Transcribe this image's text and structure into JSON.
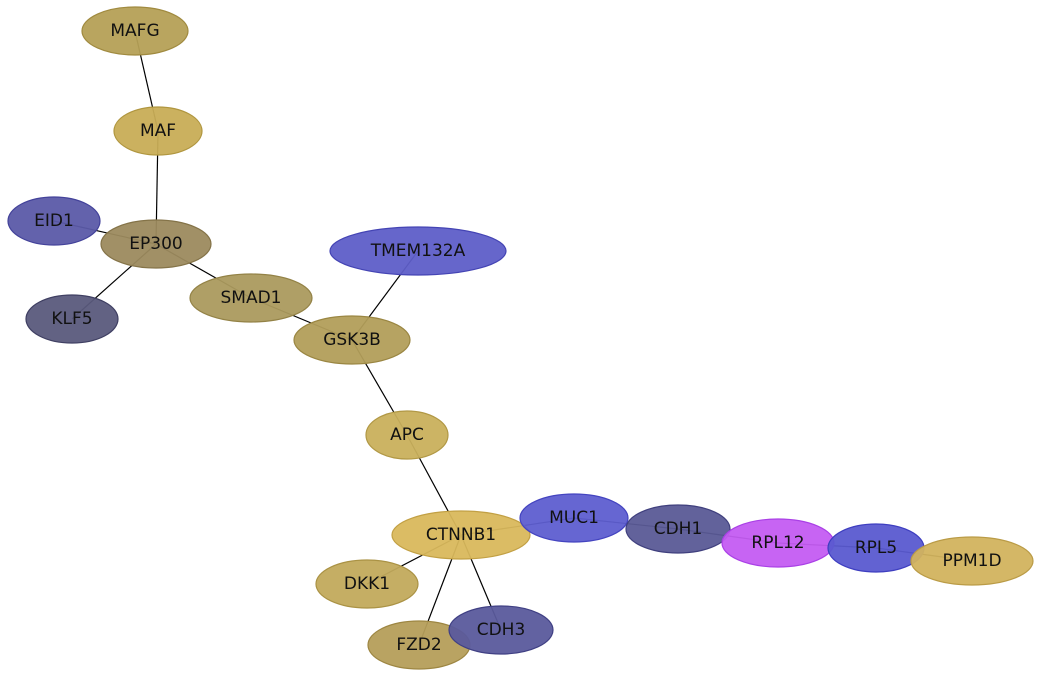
{
  "nodes": [
    {
      "id": "MAFG",
      "label": "MAFG",
      "color": "#b5a056",
      "stroke": "#a08a3f"
    },
    {
      "id": "MAF",
      "label": "MAF",
      "color": "#c8ad56",
      "stroke": "#b0963f"
    },
    {
      "id": "EID1",
      "label": "EID1",
      "color": "#5b5aa8",
      "stroke": "#43429a"
    },
    {
      "id": "EP300",
      "label": "EP300",
      "color": "#9c8a5e",
      "stroke": "#847348"
    },
    {
      "id": "KLF5",
      "label": "KLF5",
      "color": "#5a5a7c",
      "stroke": "#3f3f62"
    },
    {
      "id": "TMEM132A",
      "label": "TMEM132A",
      "color": "#5e5ec8",
      "stroke": "#4444b4"
    },
    {
      "id": "SMAD1",
      "label": "SMAD1",
      "color": "#ab9a5e",
      "stroke": "#938246"
    },
    {
      "id": "GSK3B",
      "label": "GSK3B",
      "color": "#b29e5a",
      "stroke": "#9a8642"
    },
    {
      "id": "APC",
      "label": "APC",
      "color": "#c9b05c",
      "stroke": "#b19845"
    },
    {
      "id": "CTNNB1",
      "label": "CTNNB1",
      "color": "#d9b85c",
      "stroke": "#c2a044"
    },
    {
      "id": "MUC1",
      "label": "MUC1",
      "color": "#5e5ed0",
      "stroke": "#4444c0"
    },
    {
      "id": "CDH1",
      "label": "CDH1",
      "color": "#5a5a96",
      "stroke": "#40407e"
    },
    {
      "id": "RPL12",
      "label": "RPL12",
      "color": "#c45cf2",
      "stroke": "#aa40e6"
    },
    {
      "id": "RPL5",
      "label": "RPL5",
      "color": "#5a5ad0",
      "stroke": "#3e3ec0"
    },
    {
      "id": "PPM1D",
      "label": "PPM1D",
      "color": "#d2b35e",
      "stroke": "#ba9b46"
    },
    {
      "id": "DKK1",
      "label": "DKK1",
      "color": "#c2aa5c",
      "stroke": "#aa9244"
    },
    {
      "id": "FZD2",
      "label": "FZD2",
      "color": "#b59e5a",
      "stroke": "#9d8642"
    },
    {
      "id": "CDH3",
      "label": "CDH3",
      "color": "#5a5a9c",
      "stroke": "#404084"
    }
  ],
  "edges": [
    [
      "MAFG",
      "MAF"
    ],
    [
      "MAF",
      "EP300"
    ],
    [
      "EID1",
      "EP300"
    ],
    [
      "EP300",
      "KLF5"
    ],
    [
      "EP300",
      "SMAD1"
    ],
    [
      "SMAD1",
      "GSK3B"
    ],
    [
      "TMEM132A",
      "GSK3B"
    ],
    [
      "GSK3B",
      "APC"
    ],
    [
      "APC",
      "CTNNB1"
    ],
    [
      "CTNNB1",
      "DKK1"
    ],
    [
      "CTNNB1",
      "FZD2"
    ],
    [
      "CTNNB1",
      "CDH3"
    ],
    [
      "CTNNB1",
      "MUC1"
    ],
    [
      "MUC1",
      "CDH1"
    ],
    [
      "CDH1",
      "RPL12"
    ],
    [
      "RPL12",
      "RPL5"
    ],
    [
      "RPL5",
      "PPM1D"
    ]
  ]
}
